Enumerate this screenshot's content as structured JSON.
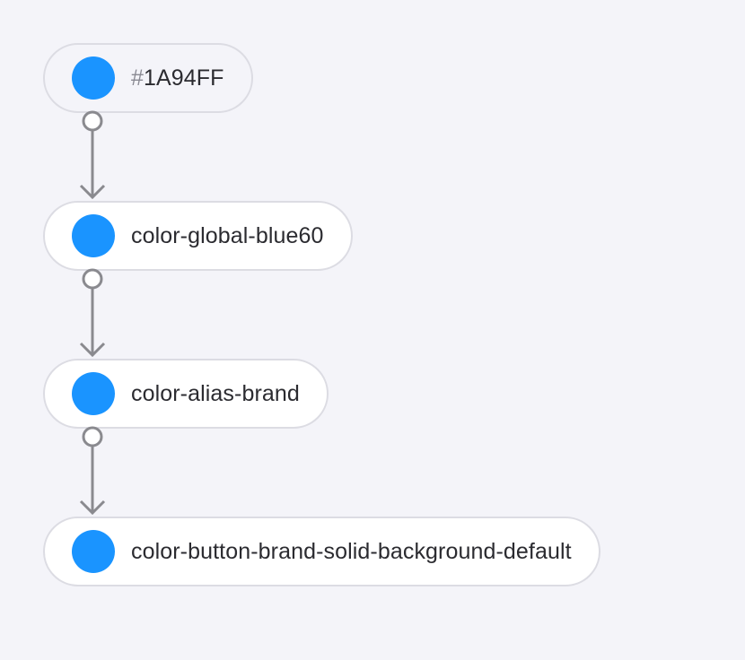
{
  "chain": [
    {
      "label_prefix": "#",
      "label": "1A94FF",
      "color": "#1A94FF"
    },
    {
      "label": "color-global-blue60",
      "color": "#1A94FF"
    },
    {
      "label": "color-alias-brand",
      "color": "#1A94FF"
    },
    {
      "label": "color-button-brand-solid-background-default",
      "color": "#1A94FF"
    }
  ],
  "connector_color": "#8a8a8f"
}
